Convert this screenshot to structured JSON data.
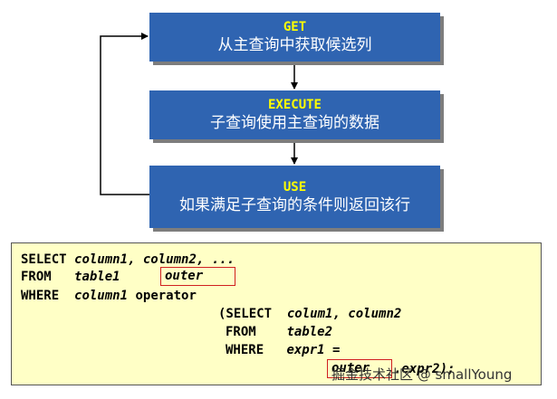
{
  "flow": {
    "get": {
      "keyword": "GET",
      "description": "从主查询中获取候选列"
    },
    "execute": {
      "keyword": "EXECUTE",
      "description": "子查询使用主查询的数据"
    },
    "use": {
      "keyword": "USE",
      "description": "如果满足子查询的条件则返回该行"
    }
  },
  "code": {
    "line1": {
      "select_kw": "SELECT",
      "columns": "column1, column2, ..."
    },
    "line2": {
      "from_kw": "FROM",
      "table": "table1",
      "alias_boxed": "outer"
    },
    "line3": {
      "where_kw": "WHERE",
      "column": "column1",
      "operator": "operator"
    },
    "line4": {
      "open_select": "(SELECT",
      "columns": "colum1, column2"
    },
    "line5": {
      "from_kw": "FROM",
      "table": "table2"
    },
    "line6": {
      "where_kw": "WHERE",
      "expr": "expr1 ="
    },
    "line7": {
      "alias_boxed": "outer",
      "rest": ".expr2);"
    }
  },
  "watermark": "掘金技术社区 @ smallYoung",
  "colors": {
    "flow_box": "#2f64b1",
    "keyword_yellow": "#ffff00",
    "code_background": "#ffffc6",
    "highlight_border": "#d02020"
  }
}
